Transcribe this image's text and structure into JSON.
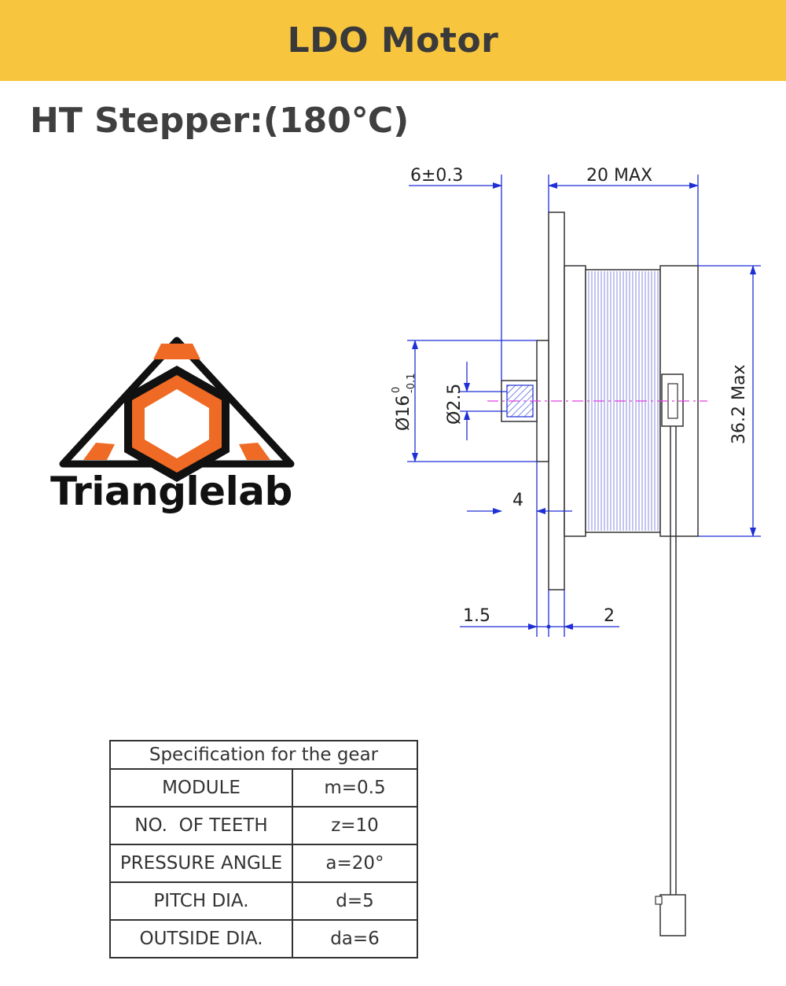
{
  "banner": {
    "title": "LDO Motor"
  },
  "subtitle": "HT Stepper:(180℃)",
  "logo": {
    "brand": "Trianglelab",
    "colors": {
      "orange": "#ef6a24",
      "black": "#111111"
    }
  },
  "colors": {
    "banner": "#f8c63e",
    "dimension_lines": "#1f2fd6",
    "centerline": "#e040e0",
    "coil": "#8a8ae0"
  },
  "dimensions": {
    "gear_length": "6±0.3",
    "body_length": "20 MAX",
    "body_height": "36.2 Max",
    "boss_dia_main": "Ø16",
    "boss_dia_upper": "0",
    "boss_dia_lower": "-0.1",
    "shaft_dia": "Ø2.5",
    "boss_depth": "4",
    "flange_to_boss": "1.5",
    "flange_thickness": "2"
  },
  "spec_table": {
    "title": "Specification for the gear",
    "rows": [
      {
        "parameter": "MODULE",
        "value": "m=0.5"
      },
      {
        "parameter": "NO.  OF TEETH",
        "value": "z=10"
      },
      {
        "parameter": "PRESSURE ANGLE",
        "value": "a=20°"
      },
      {
        "parameter": "PITCH DIA.",
        "value": "d=5"
      },
      {
        "parameter": "OUTSIDE DIA.",
        "value": "da=6"
      }
    ]
  }
}
